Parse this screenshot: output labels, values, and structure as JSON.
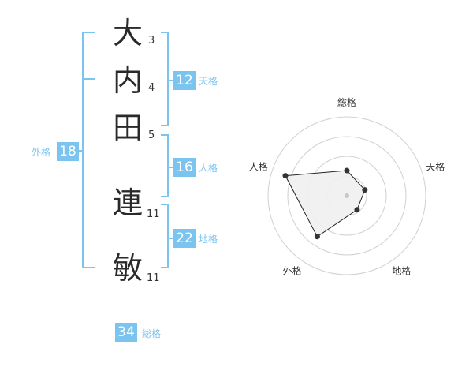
{
  "name": {
    "chars": [
      {
        "char": "大",
        "strokes": "3"
      },
      {
        "char": "内",
        "strokes": "4"
      },
      {
        "char": "田",
        "strokes": "5"
      },
      {
        "char": "連",
        "strokes": "11"
      },
      {
        "char": "敏",
        "strokes": "11"
      }
    ]
  },
  "kakaku": {
    "tenkaku": {
      "value": "12",
      "label": "天格"
    },
    "jinkaku": {
      "value": "16",
      "label": "人格"
    },
    "chikaku": {
      "value": "22",
      "label": "地格"
    },
    "gaikaku": {
      "value": "18",
      "label": "外格"
    },
    "soukaku": {
      "value": "34",
      "label": "総格"
    }
  },
  "colors": {
    "accent": "#7cc4f0",
    "text": "#2a2a2a",
    "radar_fill": "#efefef",
    "radar_grid": "#d0d0d0",
    "radar_point": "#333333"
  },
  "chart_data": {
    "type": "radar",
    "categories": [
      "総格",
      "天格",
      "地格",
      "外格",
      "人格"
    ],
    "values": [
      1.6,
      1.2,
      1.1,
      3.2,
      4.1
    ],
    "rmax": 5,
    "rings": 4
  }
}
